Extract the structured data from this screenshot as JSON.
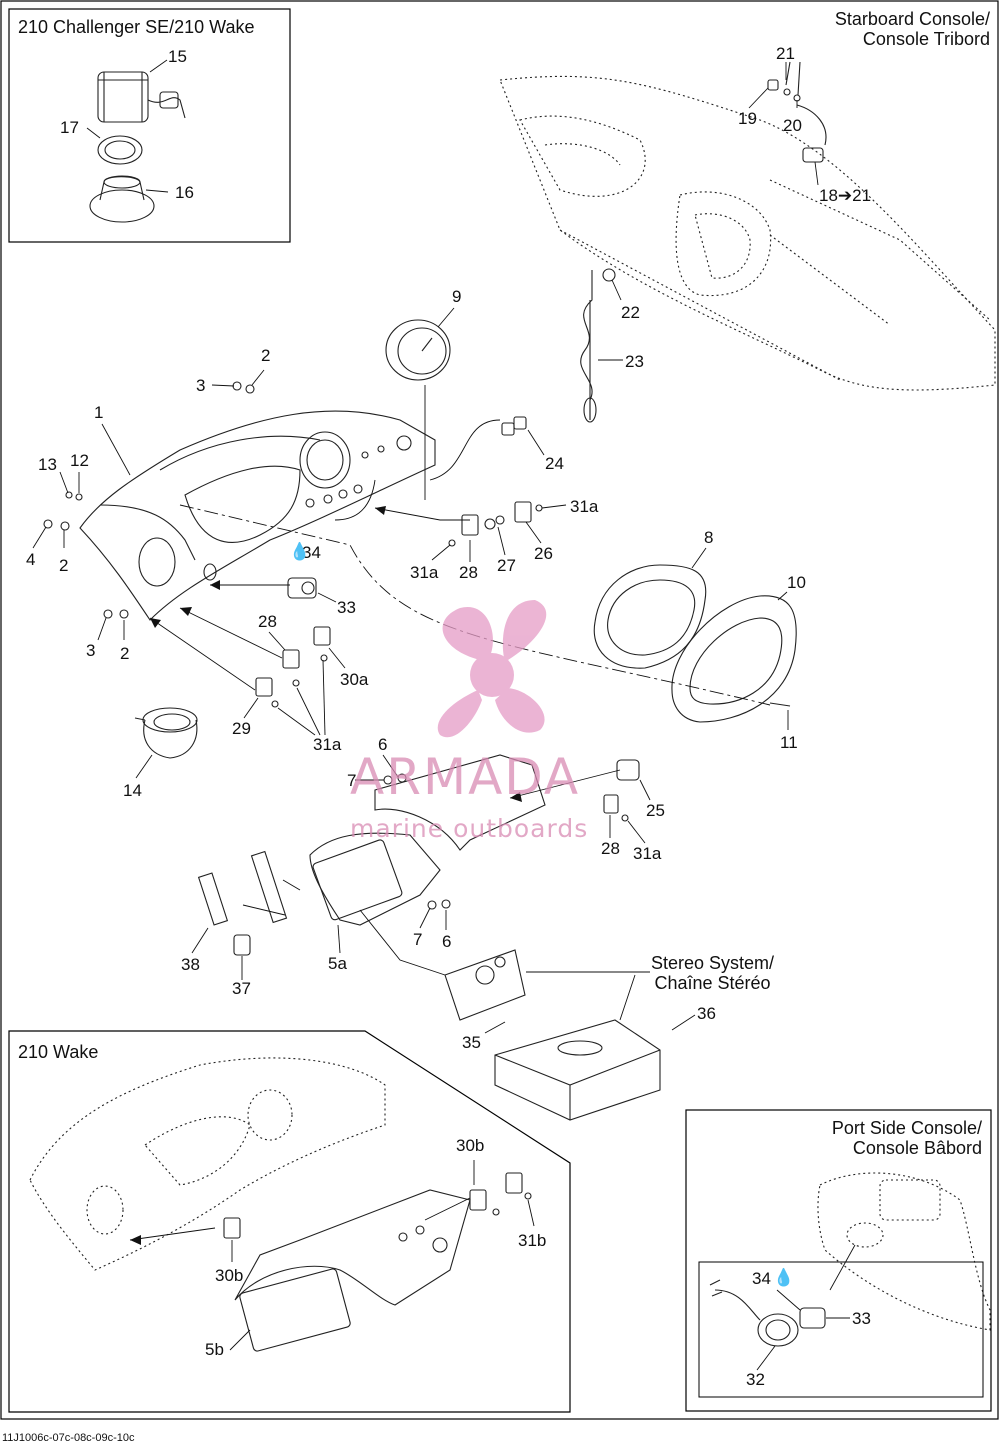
{
  "boxes": {
    "challenger": {
      "title": "210 Challenger SE/210 Wake"
    },
    "starboard": {
      "title_line1": "Starboard Console/",
      "title_line2": "Console Tribord"
    },
    "stereo": {
      "title_line1": "Stereo System/",
      "title_line2": "Chaîne Stéréo"
    },
    "wake": {
      "title": "210 Wake"
    },
    "port": {
      "title_line1": "Port Side Console/",
      "title_line2": "Console Bâbord"
    }
  },
  "watermark": {
    "brand": "ARMADA",
    "tagline": "marine outboards",
    "color": "#e59cc6"
  },
  "callouts": {
    "c15": "15",
    "c17": "17",
    "c16": "16",
    "c21": "21",
    "c19": "19",
    "c20": "20",
    "c18_21": "18➔21",
    "c22": "22",
    "c23": "23",
    "c9": "9",
    "c2a": "2",
    "c3a": "3",
    "c1": "1",
    "c13": "13",
    "c12": "12",
    "c4": "4",
    "c2b": "2",
    "c24": "24",
    "c31a_1": "31a",
    "c26": "26",
    "c27": "27",
    "c28a": "28",
    "c31a_2": "31a",
    "c34a": "34",
    "c33a": "33",
    "c8": "8",
    "c10": "10",
    "c11": "11",
    "c3b": "3",
    "c2c": "2",
    "c28b": "28",
    "c30a": "30a",
    "c29": "29",
    "c31a_3": "31a",
    "c14": "14",
    "c6a": "6",
    "c7a": "7",
    "c25": "25",
    "c28c": "28",
    "c31a_4": "31a",
    "c7b": "7",
    "c6b": "6",
    "c5a": "5a",
    "c38": "38",
    "c37": "37",
    "c36": "36",
    "c35": "35",
    "c30b_1": "30b",
    "c31b": "31b",
    "c30b_2": "30b",
    "c5b": "5b",
    "c34b": "34",
    "c33b": "33",
    "c32": "32"
  },
  "footer": "11J1006c-07c-08c-09c-10c"
}
